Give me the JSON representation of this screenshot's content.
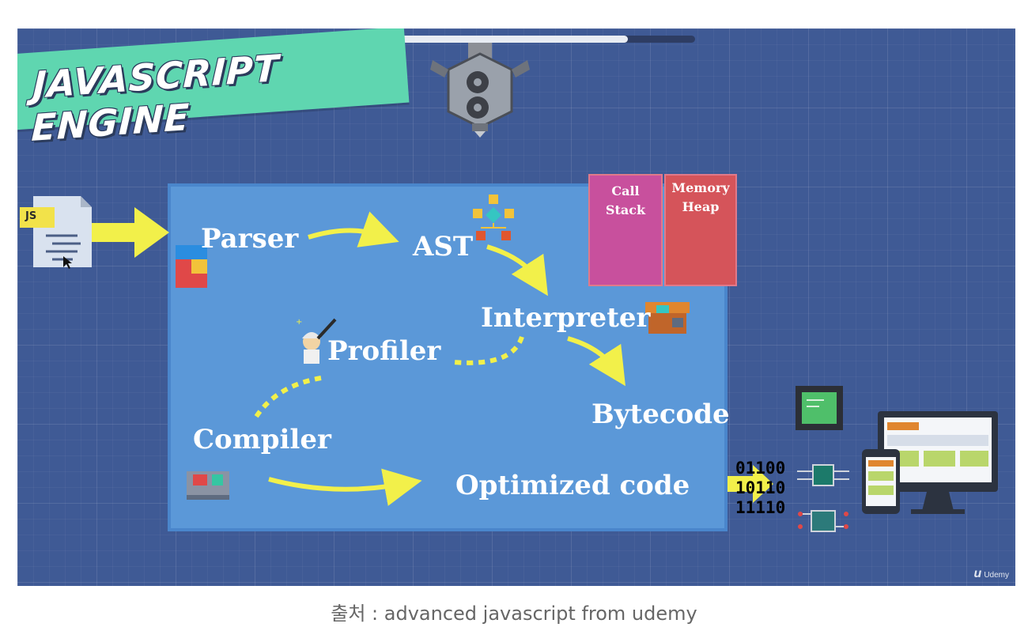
{
  "progress": 0.81,
  "banner": {
    "title": "JAVASCRIPT ENGINE"
  },
  "source_file": {
    "badge": "JS"
  },
  "stages": {
    "parser": "Parser",
    "ast": "AST",
    "interpreter": "Interpreter",
    "profiler": "Profiler",
    "compiler": "Compiler",
    "bytecode": "Bytecode",
    "optimized": "Optimized code"
  },
  "memory": {
    "call_stack": "Call Stack",
    "heap_line1": "Memory",
    "heap_line2": "Heap"
  },
  "binary": [
    "01100",
    "10110",
    "11110"
  ],
  "watermark": "Udemy",
  "caption": "출처 : advanced javascript from udemy",
  "colors": {
    "background": "#3f5a95",
    "engine_box": "#5b98d8",
    "banner": "#5fd6b0",
    "arrow": "#f2f04a",
    "call_stack": "#c8509d",
    "memory_heap": "#d5545a"
  }
}
